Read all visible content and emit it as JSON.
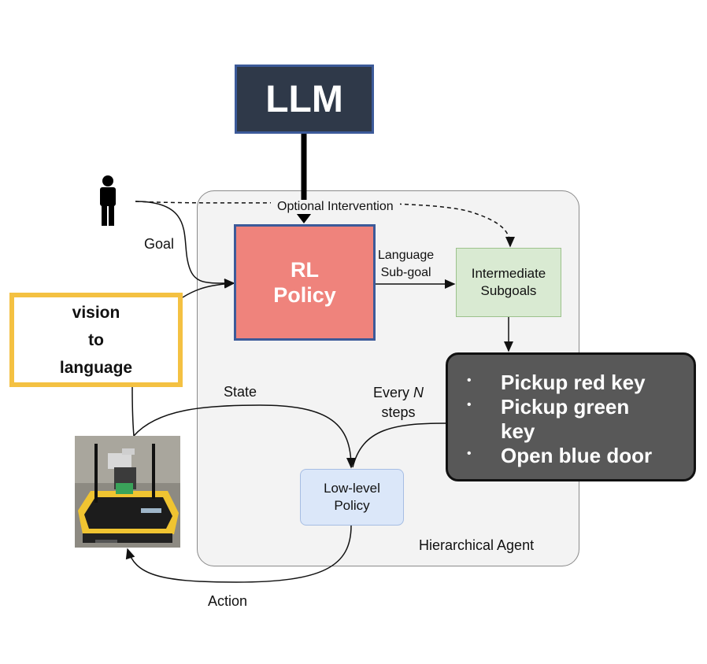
{
  "llm": {
    "label": "LLM"
  },
  "rl_policy": {
    "line1": "RL",
    "line2": "Policy"
  },
  "intermediate": {
    "line1": "Intermediate",
    "line2": "Subgoals"
  },
  "low_level": {
    "line1": "Low-level",
    "line2": "Policy"
  },
  "vision_to_language": {
    "line1": "vision",
    "line2": "to",
    "line3": "language"
  },
  "subgoals": [
    "Pickup red key",
    "Pickup green",
    "key",
    "Open blue door"
  ],
  "labels": {
    "goal": "Goal",
    "optional_intervention": "Optional Intervention",
    "language_subgoal_1": "Language",
    "language_subgoal_2": "Sub-goal",
    "state": "State",
    "every_n_1": "Every",
    "every_n_n": "N",
    "every_n_2": "steps",
    "hierarchical_agent": "Hierarchical Agent",
    "action": "Action"
  },
  "colors": {
    "llm_fill": "#2f3949",
    "rl_fill": "#ef837c",
    "box_border": "#3c5a99",
    "intermediate_fill": "#d9ead2",
    "low_level_fill": "#dbe7f9",
    "v2l_border": "#f4c142",
    "subgoals_fill": "#585858"
  }
}
